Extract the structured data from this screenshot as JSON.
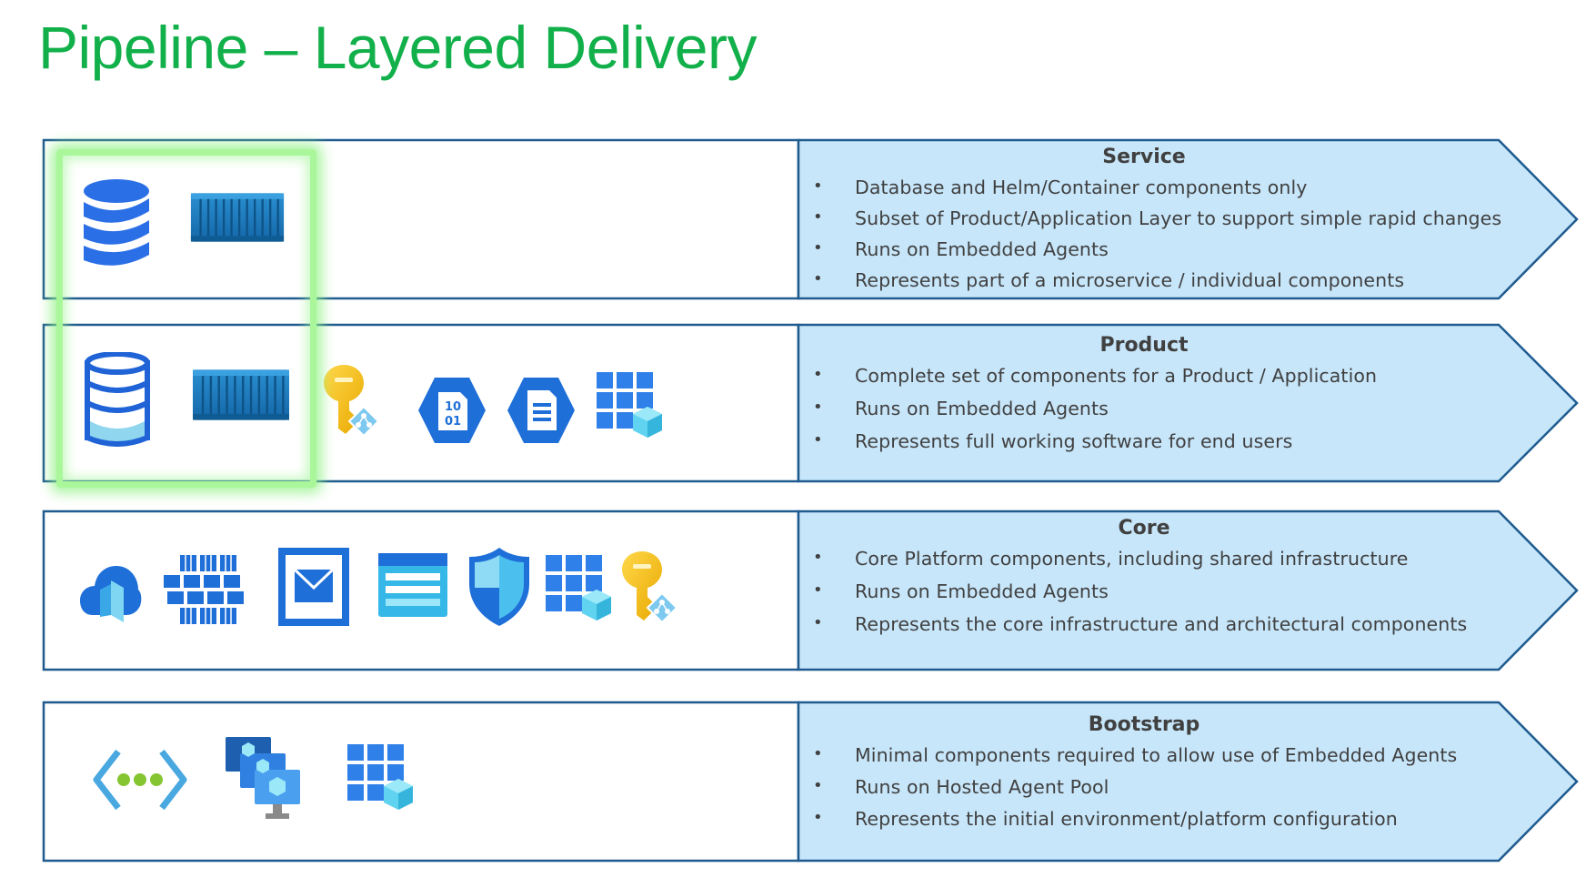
{
  "title": "Pipeline – Layered Delivery",
  "colors": {
    "title": "#12b04a",
    "frame_border": "#1f5b8f",
    "arrow_fill": "#c7e6fa",
    "highlight": "#a9f79a",
    "text": "#404040"
  },
  "layers": [
    {
      "name": "Service",
      "bullets": [
        "Database and Helm/Container components only",
        "Subset of Product/Application Layer to support simple rapid changes",
        "Runs on Embedded Agents",
        "Represents part of a microservice / individual components"
      ],
      "icons": [
        "database-stripes-icon",
        "container-icon"
      ]
    },
    {
      "name": "Product",
      "bullets": [
        "Complete set of components for a Product / Application",
        "Runs on Embedded Agents",
        "Represents full working software for end users"
      ],
      "icons": [
        "sql-database-icon",
        "container-icon",
        "key-vault-key-icon",
        "binary-file-hexagon-icon",
        "document-hexagon-icon",
        "resource-grid-icon"
      ]
    },
    {
      "name": "Core",
      "bullets": [
        "Core Platform components, including shared infrastructure",
        "Runs on Embedded Agents",
        "Represents the core infrastructure and architectural components"
      ],
      "icons": [
        "cloud-icon",
        "kubernetes-cluster-icon",
        "email-service-icon",
        "storage-account-icon",
        "security-shield-icon",
        "resource-grid-icon",
        "key-vault-key-icon"
      ]
    },
    {
      "name": "Bootstrap",
      "bullets": [
        "Minimal components required to allow use of Embedded Agents",
        "Runs on Hosted Agent Pool",
        "Represents the initial environment/platform configuration"
      ],
      "icons": [
        "virtual-network-icon",
        "virtual-machines-icon",
        "resource-grid-icon"
      ]
    }
  ]
}
